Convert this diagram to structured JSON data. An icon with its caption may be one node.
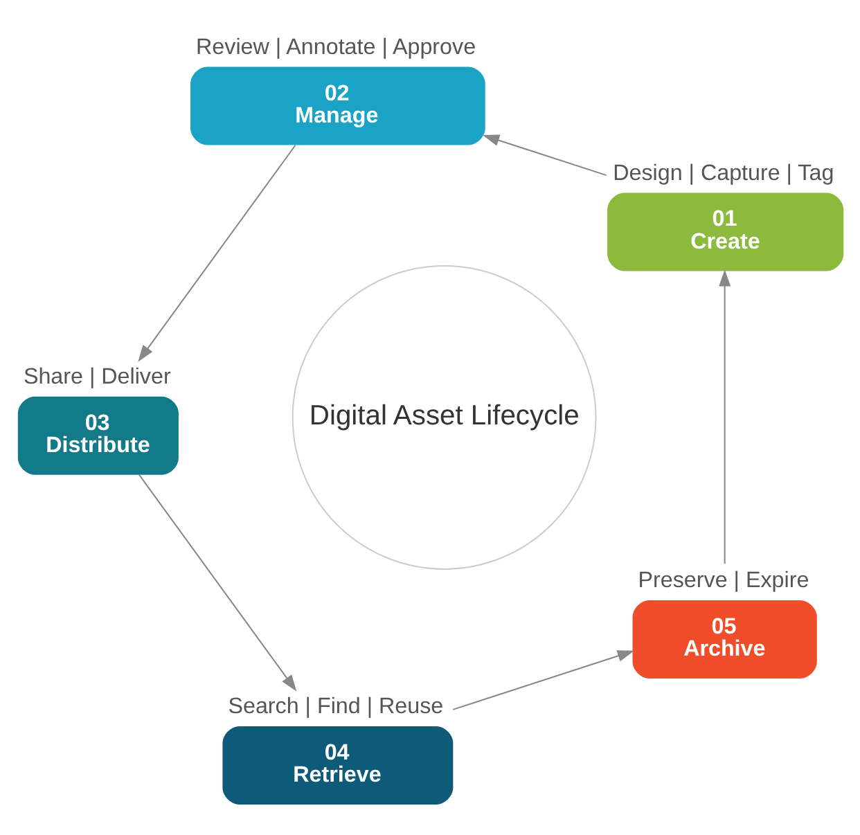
{
  "diagram": {
    "nodes": [
      {
        "text": [
          "01",
          "Create"
        ],
        "beside": [
          "Design | Capture | Tag"
        ]
      },
      {
        "text": [
          "02",
          "Manage"
        ],
        "beside": [
          "Review | Annotate | Approve"
        ]
      },
      {
        "text": [
          "03",
          "Distribute"
        ],
        "beside": [
          "Share | Deliver"
        ]
      },
      {
        "text": [
          "04",
          "Retrieve"
        ],
        "beside": [
          "Search | Find | Reuse"
        ]
      },
      {
        "text": [
          "05",
          "Archive"
        ],
        "beside": [
          "Preserve | Expire"
        ]
      },
      {
        "text": [
          "Digital Asset Lifecycle"
        ]
      }
    ],
    "edges": [
      {
        "from": 0,
        "to": 1,
        "arrow": "to"
      },
      {
        "from": 1,
        "to": 2,
        "arrow": "to"
      },
      {
        "from": 2,
        "to": 3,
        "arrow": "to"
      },
      {
        "from": 3,
        "to": 4,
        "arrow": "to"
      },
      {
        "from": 4,
        "to": 0,
        "arrow": "to"
      }
    ]
  }
}
